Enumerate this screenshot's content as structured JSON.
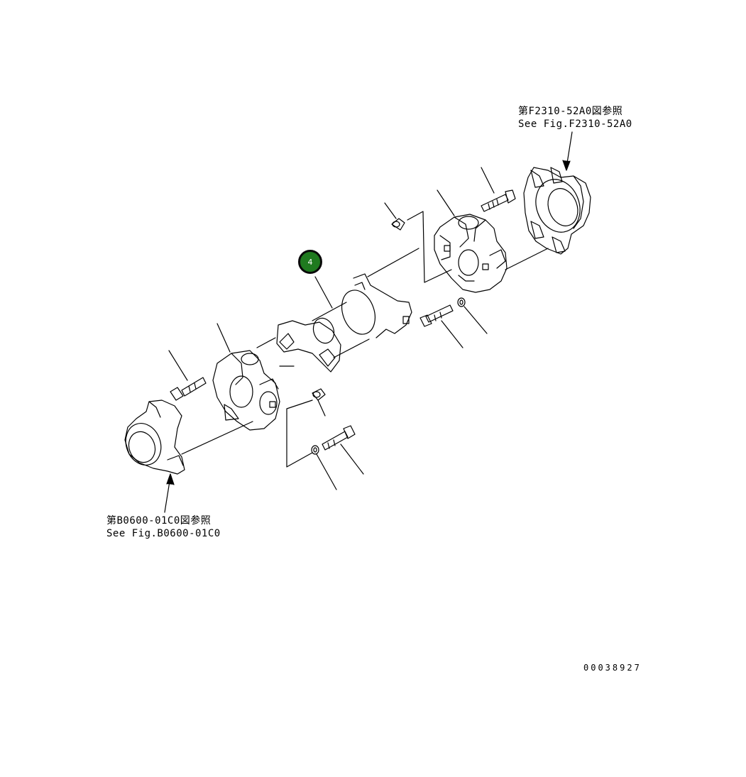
{
  "references": {
    "top_right": {
      "line1": "第F2310-52A0図参照",
      "line2": "See Fig.F2310-52A0"
    },
    "bottom_left": {
      "line1": "第B0600-01C0図参照",
      "line2": "See Fig.B0600-01C0"
    }
  },
  "callout": {
    "label": "4",
    "color": "#1f7a1f"
  },
  "drawing_number": "00038927",
  "parts": [
    "transmission-flange",
    "universal-joint-cross-rear",
    "rear-bolt",
    "rear-grease-fitting",
    "rear-mounting-bolt",
    "rear-washer",
    "drive-shaft",
    "universal-joint-cross-front",
    "front-bolt",
    "front-grease-fitting",
    "front-mounting-bolt",
    "front-washer",
    "axle-yoke"
  ]
}
